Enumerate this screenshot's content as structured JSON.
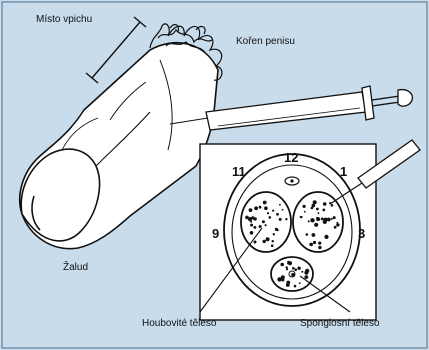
{
  "labels": {
    "injection_site": "Místo vpichu",
    "penis_root": "Kořen penisu",
    "glans": "Žalud",
    "corpora_cavernosa": "Houbovité těleso",
    "corpus_spongiosum": "Spongiosní těleso"
  },
  "clock_positions": {
    "twelve": "12",
    "eleven": "11",
    "one": "1",
    "nine": "9",
    "three": "3"
  },
  "colors": {
    "background": "#c8dcec",
    "ink": "#111111",
    "drawing_fill": "#ffffff"
  }
}
